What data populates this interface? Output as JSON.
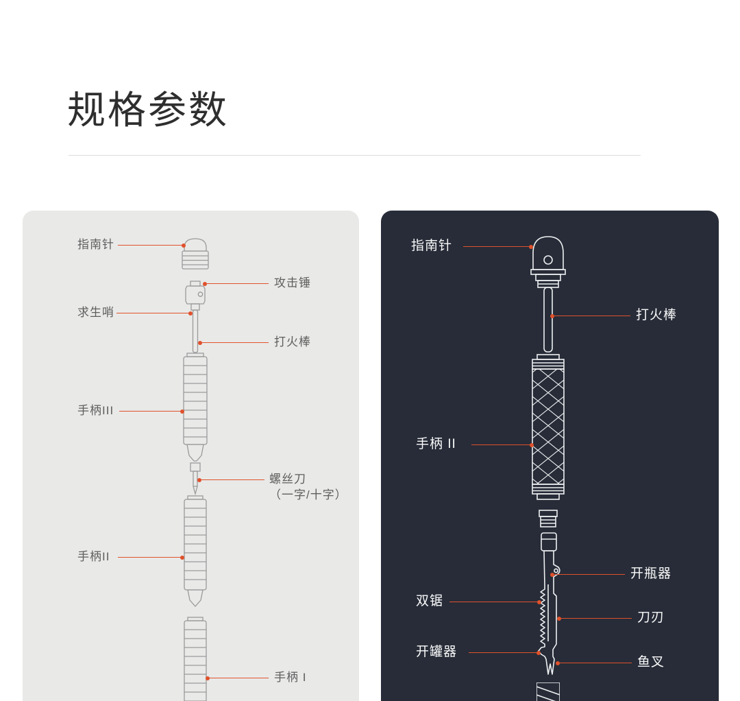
{
  "page": {
    "title": "规格参数"
  },
  "colors": {
    "accent": "#e0512b",
    "panel_light": "#e9e9e8",
    "panel_dark": "#272c38",
    "label_gray": "#5e5e5e",
    "label_white": "#fafafa",
    "diagram_gray": "#9a9a9a"
  },
  "exploded_panel": {
    "labels": {
      "compass": "指南针",
      "hammer": "攻击锤",
      "whistle": "求生哨",
      "fire_rod": "打火棒",
      "handle3": "手柄III",
      "screwdriver_1": "螺丝刀",
      "screwdriver_2": "（一字/十字）",
      "handle2": "手柄II",
      "handle1": "手柄 I"
    }
  },
  "detail_panel": {
    "labels": {
      "compass": "指南针",
      "fire_rod": "打火棒",
      "handle2": "手柄 II",
      "bottle_opener": "开瓶器",
      "double_saw": "双锯",
      "blade": "刀刃",
      "can_opener": "开罐器",
      "fish_spear": "鱼叉"
    }
  }
}
